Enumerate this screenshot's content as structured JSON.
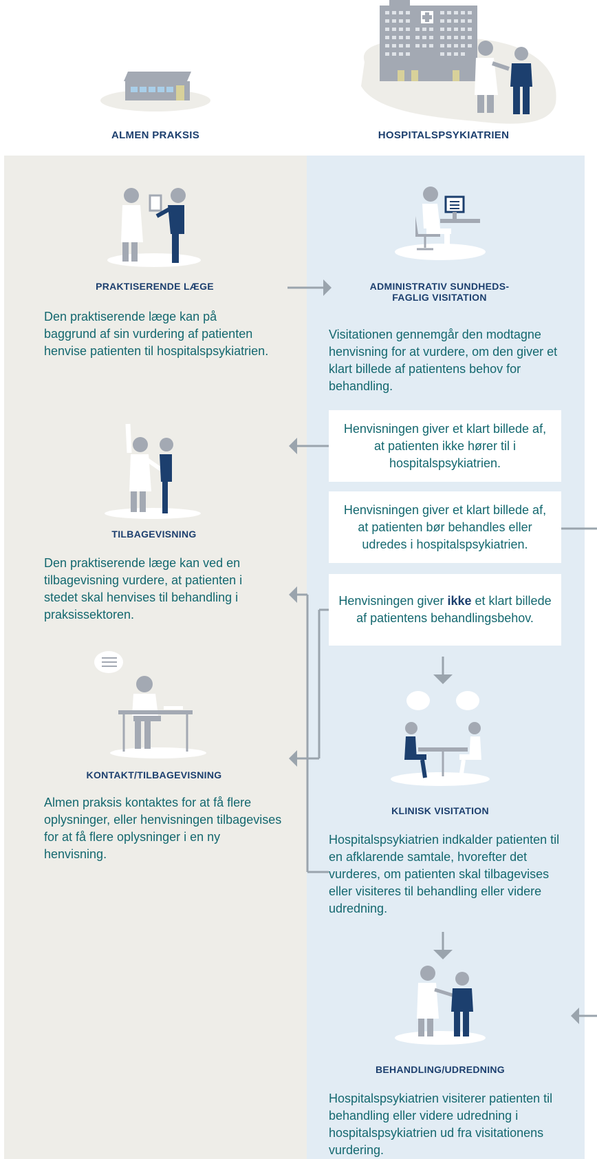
{
  "columns": {
    "left_title": "ALMEN PRAKSIS",
    "right_title": "HOSPITALSPSYKIATRIEN"
  },
  "sections": {
    "praktiserende": {
      "title": "PRAKTISERENDE LÆGE",
      "text": "Den praktiserende læge kan på baggrund af sin vurdering af patienten henvise patienten til hospitalspsykiatrien."
    },
    "administrativ": {
      "title_line1": "ADMINISTRATIV SUNDHEDS-",
      "title_line2": "FAGLIG VISITATION",
      "text": "Visitationen gennemgår den modtagne henvisning for at vurdere, om den giver et klart billede af patientens behov for behandling."
    },
    "box1": {
      "text": "Henvisningen giver et klart billede af, at patienten ikke hører til i hospitalspsykiatrien."
    },
    "box2": {
      "text": "Henvisningen giver et klart billede af, at patienten bør behandles eller udredes i hospitalspsykiatrien."
    },
    "box3": {
      "text_before": "Henvisningen giver ",
      "text_bold": "ikke",
      "text_after": " et klart billede af patientens behandlingsbehov."
    },
    "tilbagevisning": {
      "title": "TILBAGEVISNING",
      "text": "Den praktiserende læge kan ved en tilbagevisning vurdere, at patienten i stedet skal henvises til behandling i praksissektoren."
    },
    "kontakt": {
      "title": "KONTAKT/TILBAGEVISNING",
      "text": "Almen praksis kontaktes for at få flere oplysninger, eller henvisningen tilbagevises for at få flere oplysninger i en ny henvisning."
    },
    "klinisk": {
      "title": "KLINISK VISITATION",
      "text": "Hospitalspsykiatrien indkalder patienten til en afklarende samtale, hvorefter det vurderes, om patienten skal tilbagevises eller visiteres til behandling eller videre udredning."
    },
    "behandling": {
      "title": "BEHANDLING/UDREDNING",
      "text": "Hospitalspsykiatrien visiterer patienten til behandling eller videre udredning i hospitalspsykiatrien ud fra visitationens vurdering."
    }
  },
  "colors": {
    "navy": "#1c3f6e",
    "teal_text": "#14686f",
    "grey_figure": "#9fa6b0",
    "left_bg": "#eeede8",
    "right_bg": "#e2ecf4",
    "arrow": "#9aa4ad"
  }
}
